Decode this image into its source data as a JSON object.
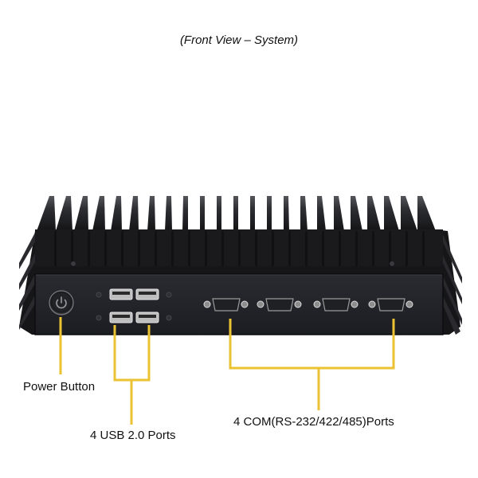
{
  "caption": "(Front View – System)",
  "colors": {
    "leader": "#EBC232",
    "chassis": "#1b1b1f",
    "front_panel": "#23242a",
    "fin": "#2c2c30",
    "background": "#ffffff"
  },
  "device": {
    "fin_count": 23,
    "components": [
      {
        "id": "power-button",
        "label": "Power Button",
        "count": 1
      },
      {
        "id": "usb-ports",
        "label": "4 USB 2.0 Ports",
        "count": 4
      },
      {
        "id": "com-ports",
        "label": "4 COM(RS-232/422/485)Ports",
        "count": 4
      }
    ]
  },
  "labels": {
    "power": "Power Button",
    "usb": "4 USB 2.0 Ports",
    "com": "4 COM(RS-232/422/485)Ports"
  }
}
